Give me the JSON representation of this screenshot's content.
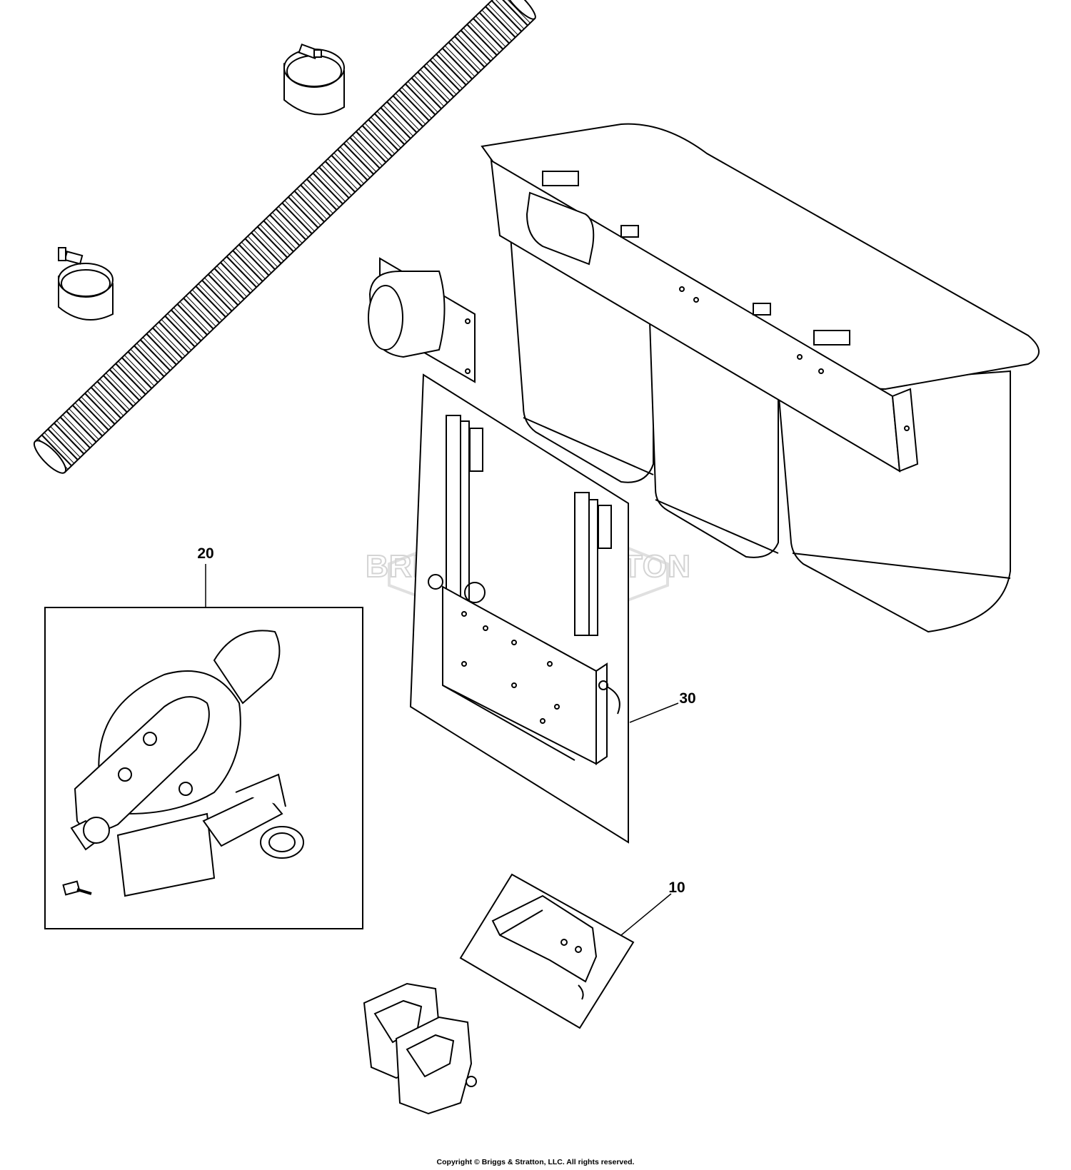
{
  "watermark": {
    "brand": "BRIGGS&STRATTON",
    "reg_mark": "®"
  },
  "callouts": [
    {
      "id": "20",
      "label": "20"
    },
    {
      "id": "30",
      "label": "30"
    },
    {
      "id": "10",
      "label": "10"
    }
  ],
  "footer": {
    "copyright": "Copyright © Briggs & Stratton, LLC. All rights reserved."
  },
  "colors": {
    "line": "#000000",
    "watermark": "#d4d4d4",
    "background": "#ffffff"
  }
}
